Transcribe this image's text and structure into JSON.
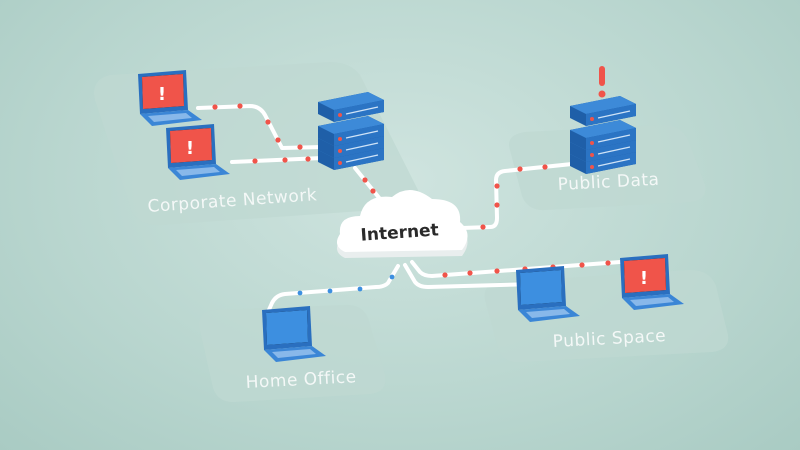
{
  "diagram": {
    "cloud_label": "Internet",
    "zones": [
      {
        "label": "Corporate Network"
      },
      {
        "label": "Public Data"
      },
      {
        "label": "Home Office"
      },
      {
        "label": "Public Space"
      }
    ],
    "alert_symbol": "!"
  },
  "colors": {
    "threat": "#f0544a",
    "safe": "#3d8fe0",
    "device_blue": "#2f78c9",
    "link": "#ffffff"
  }
}
